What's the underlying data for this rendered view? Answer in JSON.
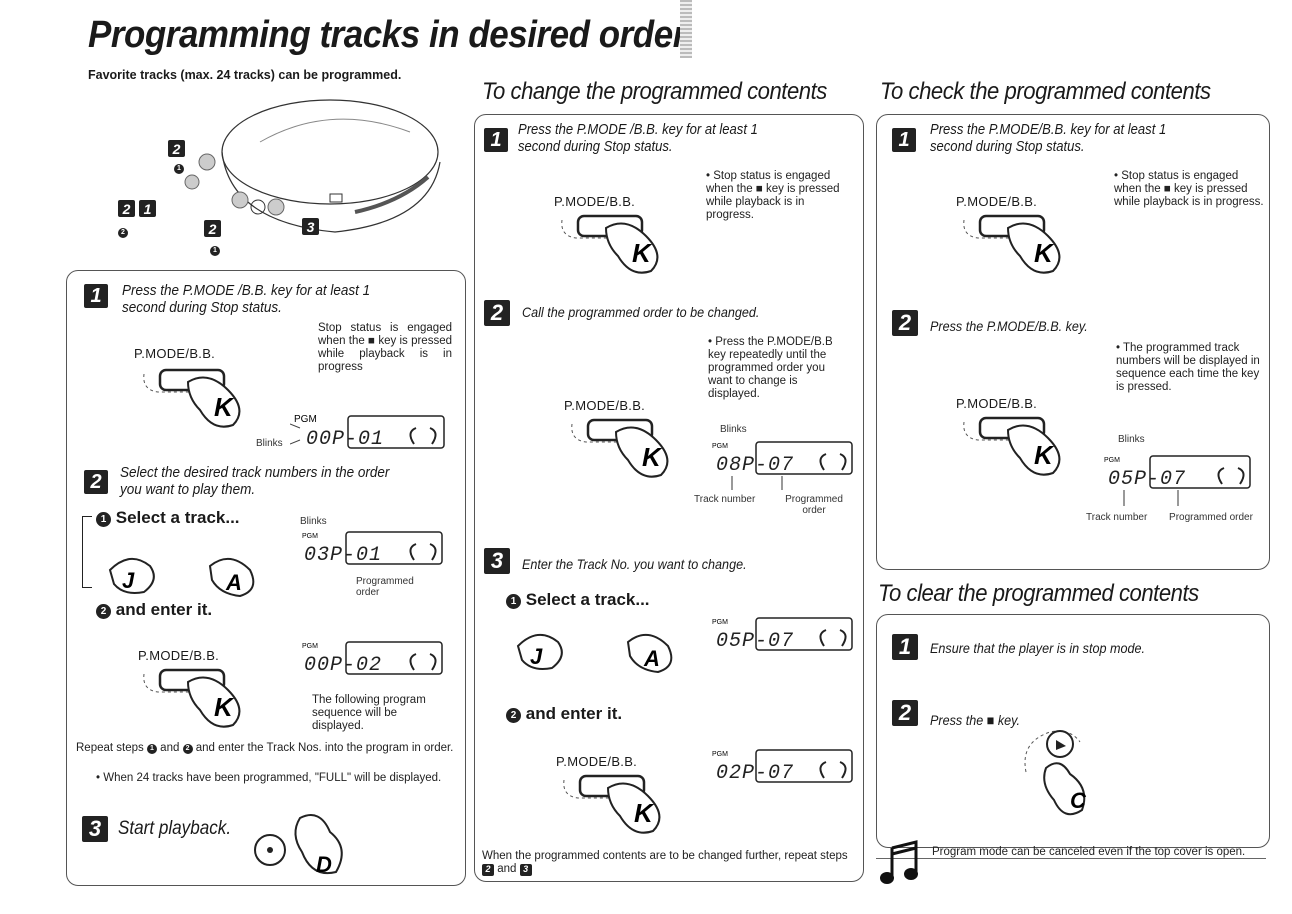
{
  "title": "Programming tracks in desired order",
  "subtitle": "Favorite tracks (max. 24 tracks) can be programmed.",
  "left": {
    "step1": "Press the P.MODE /B.B. key for at least 1 second during Stop status.",
    "step1_note": "Stop status is engaged when the ■ key is pressed while playback is in progress",
    "step1_blinks": "Blinks",
    "step1_display": "00P-01",
    "step2": "Select the desired track numbers in the order you want to play them.",
    "select_track": "Select a track...",
    "enter_it": "and enter it.",
    "blinks": "Blinks",
    "display_a": "03P-01",
    "programmed_order": "Programmed order",
    "display_b": "00P-02",
    "following_note": "The following program sequence will be displayed.",
    "repeat_text_1": "Repeat steps",
    "repeat_and": "and",
    "repeat_text_2": "and enter the Track Nos. into the program in order.",
    "full_note": "When 24 tracks have been programmed, \"FULL\" will be displayed.",
    "step3": "Start playback."
  },
  "key_label": "P.MODE/B.B.",
  "change": {
    "heading": "To change the programmed contents",
    "step1": "Press the P.MODE /B.B. key for at least 1 second during Stop status.",
    "step1_note": "Stop status is engaged when the ■ key is pressed while playback is in progress.",
    "step2": "Call the programmed order to be changed.",
    "step2_note": "Press the P.MODE/B.B key repeatedly until the programmed order you want to change is displayed.",
    "blinks": "Blinks",
    "display_a": "08P-07",
    "track_number": "Track number",
    "programmed_order": "Programmed order",
    "step3": "Enter the Track No. you want to change.",
    "select_track": "Select a track...",
    "display_b": "05P-07",
    "enter_it": "and enter it.",
    "display_c": "02P-07",
    "footer_1": "When the programmed contents are to be changed further, repeat steps",
    "footer_and": "and"
  },
  "check": {
    "heading": "To check the programmed contents",
    "step1": "Press the P.MODE/B.B. key for at least 1 second during Stop status.",
    "step1_note": "Stop status is engaged when the ■ key is pressed while playback is in progress.",
    "step2": "Press the P.MODE/B.B. key.",
    "step2_note": "The programmed track numbers will be displayed in sequence each time the key is pressed.",
    "blinks": "Blinks",
    "display": "05P-07",
    "track_number": "Track number",
    "programmed_order": "Programmed order"
  },
  "clear": {
    "heading": "To clear the programmed contents",
    "step1": "Ensure that the player is in stop mode.",
    "step2_a": "Press the",
    "step2_b": "key."
  },
  "footnote": "Program mode can be canceled even if the top cover is open.",
  "hand_letters": {
    "k": "K",
    "j": "J",
    "a": "A",
    "d": "D",
    "c": "C"
  },
  "badges": {
    "one": "1",
    "two": "2",
    "three": "3"
  },
  "lcd_pgm": "PGM"
}
